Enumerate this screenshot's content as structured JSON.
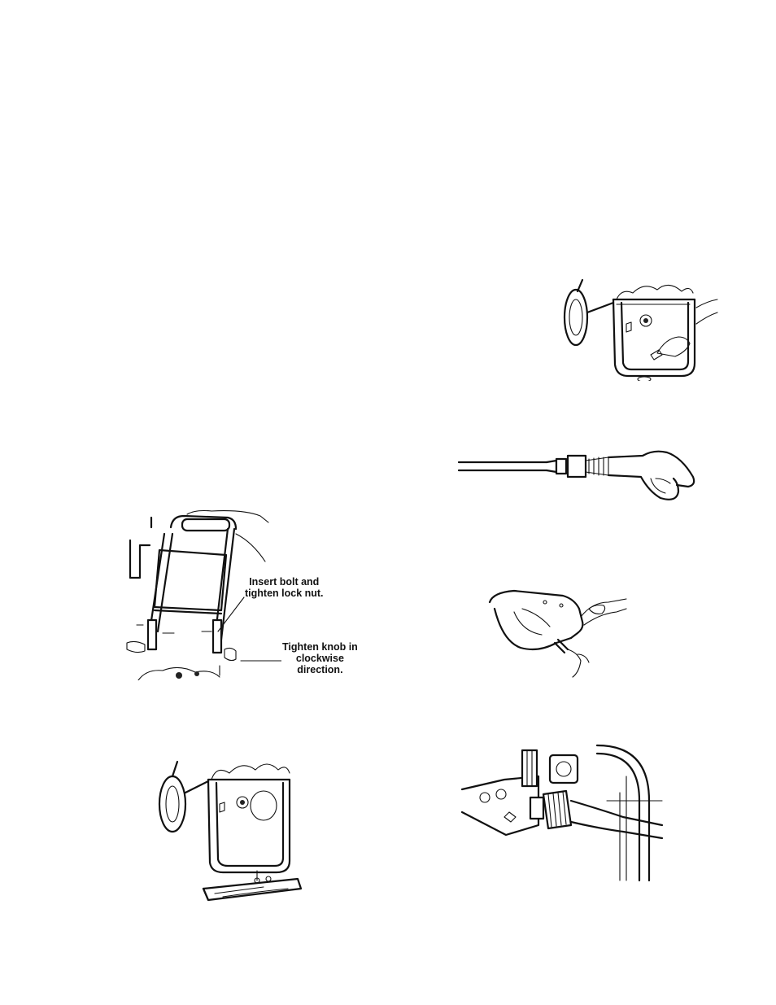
{
  "callouts": {
    "handle_bolt": [
      "Insert bolt and",
      "tighten lock nut."
    ],
    "handle_knob": [
      "Tighten knob in",
      "clockwise",
      "direction."
    ]
  },
  "figures": [
    {
      "id": "frame-with-pump-top-right"
    },
    {
      "id": "spray-wand-and-gun"
    },
    {
      "id": "gun-hose-connection"
    },
    {
      "id": "handle-assembly"
    },
    {
      "id": "frame-with-wood-block"
    },
    {
      "id": "pump-outlet-hose"
    }
  ]
}
